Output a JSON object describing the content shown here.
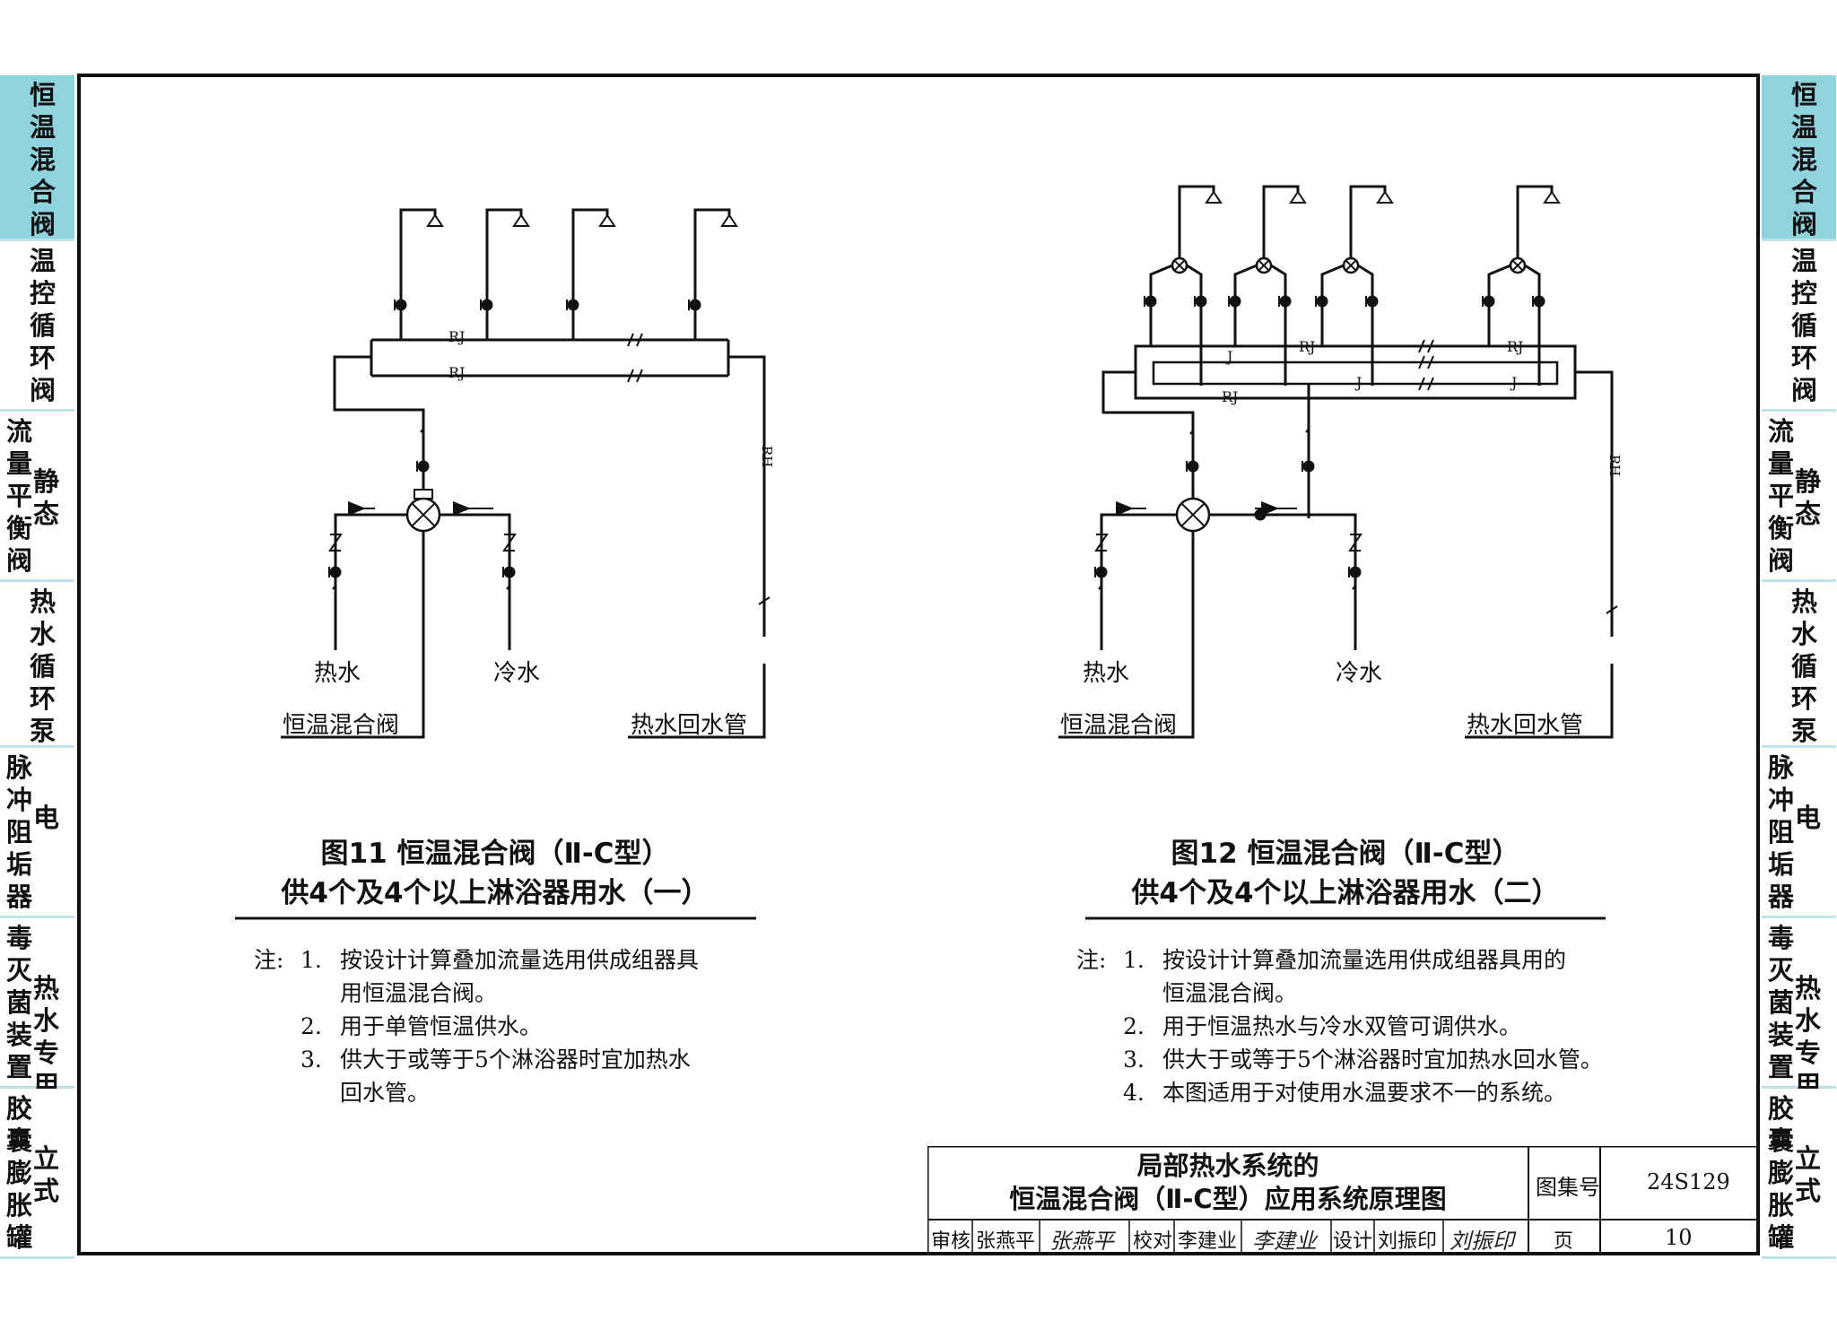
{
  "side_tabs": [
    {
      "cols": [
        "恒温混合阀"
      ],
      "active": true
    },
    {
      "cols": [
        "温控循环阀"
      ],
      "active": false
    },
    {
      "cols": [
        "流量平衡阀",
        "静态"
      ],
      "active": false
    },
    {
      "cols": [
        "热水循环泵"
      ],
      "active": false
    },
    {
      "cols": [
        "脉冲阻垢器",
        "电"
      ],
      "active": false
    },
    {
      "cols": [
        "毒灭菌装置",
        "热水专用消"
      ],
      "active": false
    },
    {
      "cols": [
        "胶囊膨胀罐",
        "立式"
      ],
      "active": false
    }
  ],
  "fig11": {
    "pipe_labels": {
      "rj": "RJ",
      "rh": "RH"
    },
    "hot_water": "热水",
    "cold_water": "冷水",
    "mixing_valve": "恒温混合阀",
    "return_pipe": "热水回水管",
    "caption_line1": "图11  恒温混合阀（Ⅱ-C型）",
    "caption_line2": "供4个及4个以上淋浴器用水（一）",
    "notes_label": "注:",
    "notes": [
      {
        "num": "1.",
        "lines": [
          "按设计计算叠加流量选用供成组器具",
          "用恒温混合阀。"
        ]
      },
      {
        "num": "2.",
        "lines": [
          "用于单管恒温供水。"
        ]
      },
      {
        "num": "3.",
        "lines": [
          "供大于或等于5个淋浴器时宜加热水",
          "回水管。"
        ]
      }
    ]
  },
  "fig12": {
    "pipe_labels": {
      "rj": "RJ",
      "j": "J",
      "rh": "RH"
    },
    "hot_water": "热水",
    "cold_water": "冷水",
    "mixing_valve": "恒温混合阀",
    "return_pipe": "热水回水管",
    "caption_line1": "图12  恒温混合阀（Ⅱ-C型）",
    "caption_line2": "供4个及4个以上淋浴器用水（二）",
    "notes_label": "注:",
    "notes": [
      {
        "num": "1.",
        "lines": [
          "按设计计算叠加流量选用供成组器具用的",
          "恒温混合阀。"
        ]
      },
      {
        "num": "2.",
        "lines": [
          "用于恒温热水与冷水双管可调供水。"
        ]
      },
      {
        "num": "3.",
        "lines": [
          "供大于或等于5个淋浴器时宜加热水回水管。"
        ]
      },
      {
        "num": "4.",
        "lines": [
          "本图适用于对使用水温要求不一的系统。"
        ]
      }
    ]
  },
  "title_block": {
    "title_line1": "局部热水系统的",
    "title_line2": "恒温混合阀（Ⅱ-C型）应用系统原理图",
    "atlas_label": "图集号",
    "atlas_no": "24S129",
    "page_label": "页",
    "page_no": "10",
    "review_label": "审核",
    "reviewer": "张燕平",
    "reviewer_sig": "张燕平",
    "check_label": "校对",
    "checker": "李建业",
    "checker_sig": "李建业",
    "design_label": "设计",
    "designer": "刘振印",
    "designer_sig": "刘振印"
  }
}
